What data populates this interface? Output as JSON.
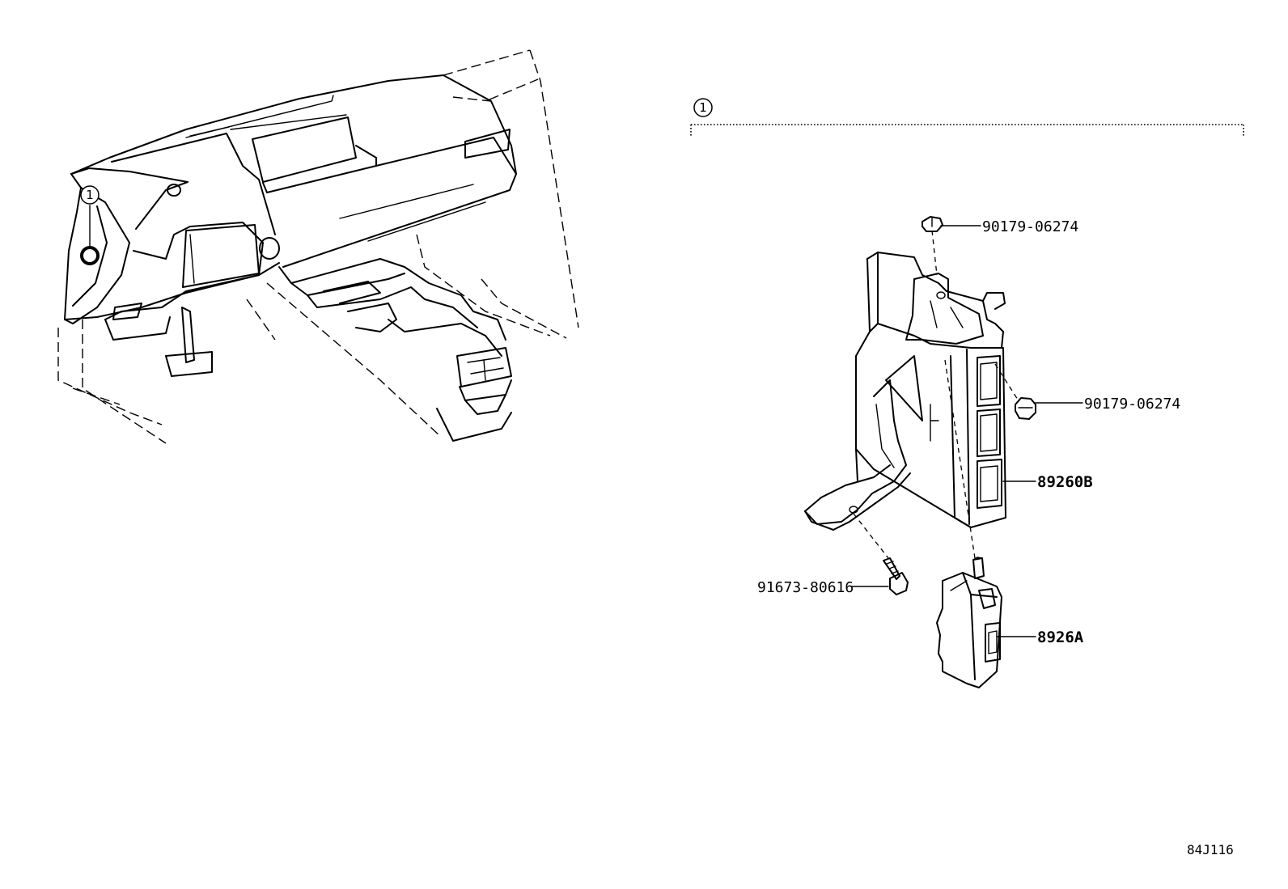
{
  "callouts": {
    "group_marker": "1",
    "location_marker": "1"
  },
  "parts": [
    {
      "id": "nut-top",
      "number": "90179-06274"
    },
    {
      "id": "nut-right",
      "number": "90179-06274"
    },
    {
      "id": "ecu-main",
      "number": "89260B"
    },
    {
      "id": "bolt",
      "number": "91673-80616"
    },
    {
      "id": "ecu-sub",
      "number": "8926A"
    }
  ],
  "drawing_code": "84J116"
}
